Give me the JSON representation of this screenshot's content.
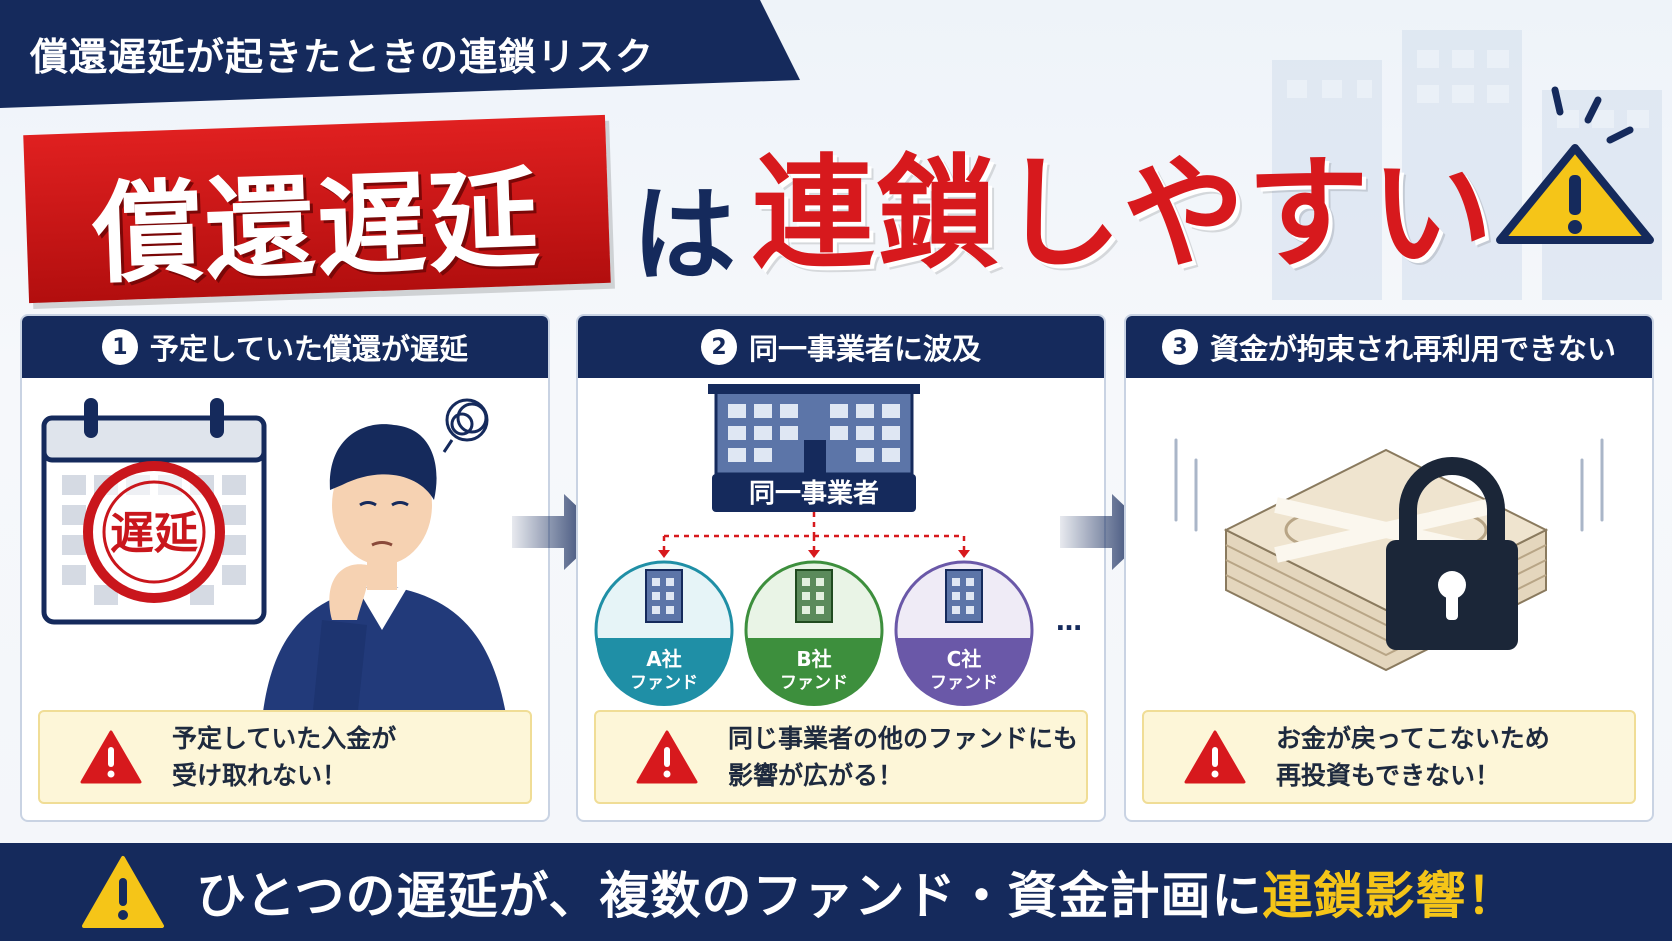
{
  "tagline": "償還遅延が起きたときの連鎖リスク",
  "headline": {
    "boxed": "償還遅延",
    "particle": "は",
    "emphasis": "連鎖しやすい"
  },
  "steps": [
    {
      "number": "1",
      "title": "予定していた償還が遅延",
      "stamp_label": "遅延",
      "note_line1": "予定していた入金が",
      "note_line2": "受け取れない！"
    },
    {
      "number": "2",
      "title": "同一事業者に波及",
      "operator_label": "同一事業者",
      "funds": [
        {
          "company": "A社",
          "fund": "ファンド",
          "color": "#1f8fa6"
        },
        {
          "company": "B社",
          "fund": "ファンド",
          "color": "#3d8f3d"
        },
        {
          "company": "C社",
          "fund": "ファンド",
          "color": "#6a58a8"
        }
      ],
      "more": "…",
      "note_line1": "同じ事業者の他のファンドにも",
      "note_line2": "影響が広がる！"
    },
    {
      "number": "3",
      "title": "資金が拘束され再利用できない",
      "note_line1": "お金が戻ってこないため",
      "note_line2": "再投資もできない！"
    }
  ],
  "bottom": {
    "text": "ひとつの遅延が、複数のファンド・資金計画に",
    "highlight": "連鎖影響！"
  },
  "colors": {
    "navy": "#152a5c",
    "red": "#d7191d",
    "yellow": "#f5c518",
    "note_bg": "#fdf6d8"
  },
  "icons": [
    "warning-icon",
    "calendar-icon",
    "person-icon",
    "building-icon",
    "arrow-right-icon",
    "money-stack-icon",
    "lock-icon"
  ]
}
